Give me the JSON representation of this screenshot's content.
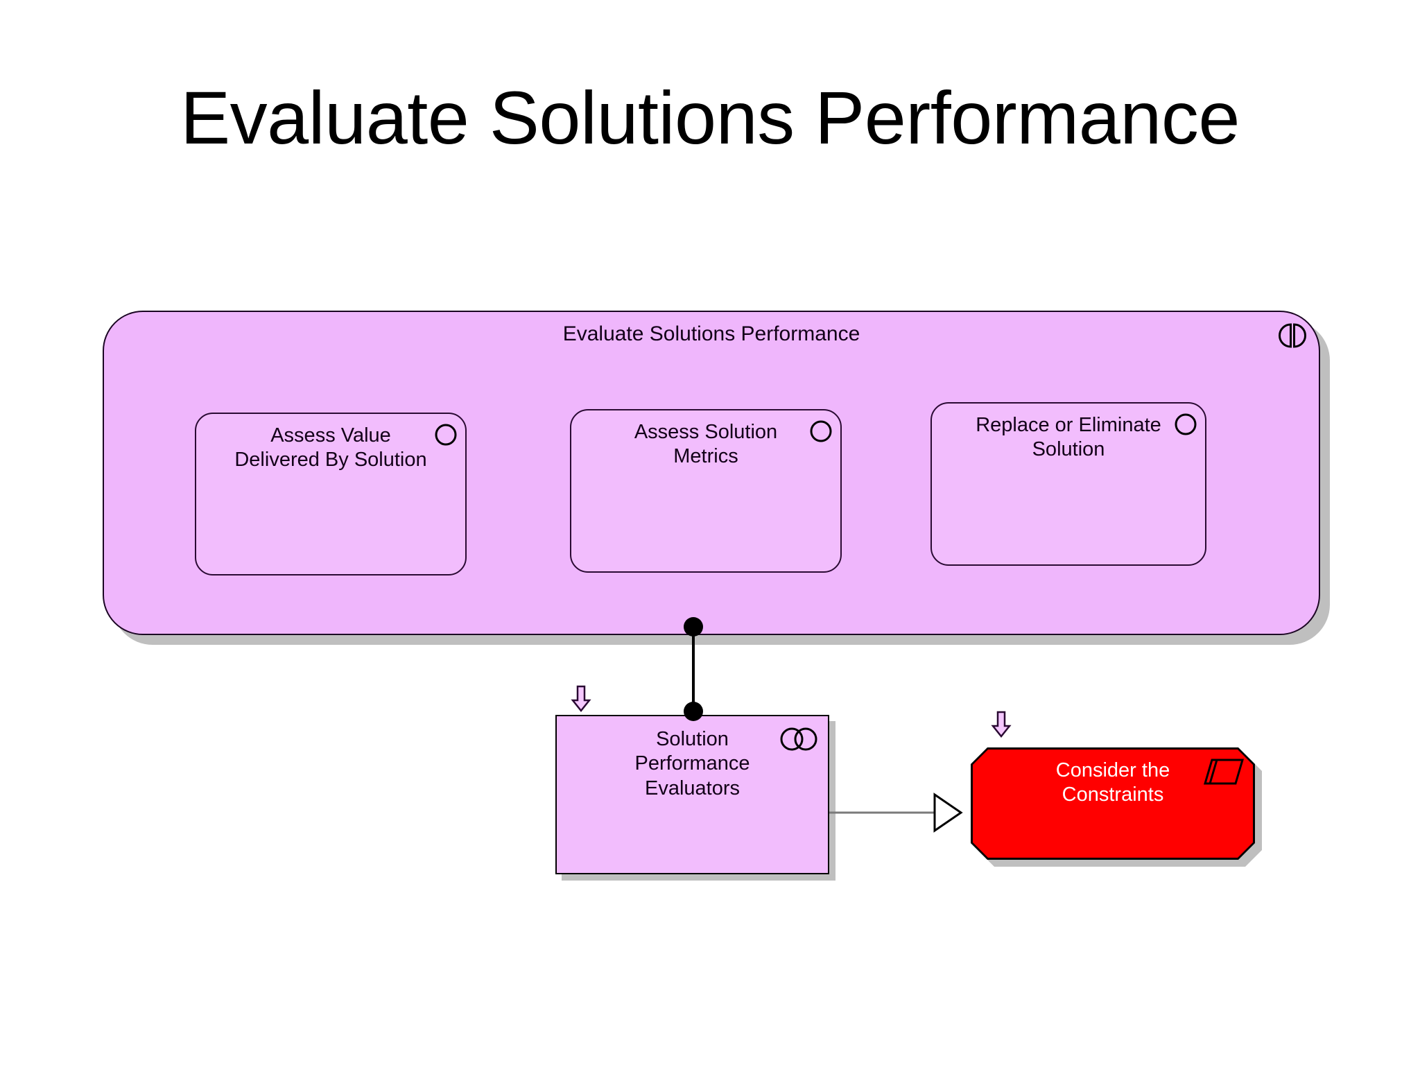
{
  "slide": {
    "title": "Evaluate Solutions Performance",
    "background": "#ffffff"
  },
  "colors": {
    "grouping_fill": "#efb6fc",
    "process_fill": "#f2bdfd",
    "constraint_fill": "#ff0000",
    "constraint_text": "#ffffff",
    "outline": "#000000",
    "shadow": "#bfbfbf"
  },
  "diagram": {
    "grouping": {
      "label": "Evaluate Solutions Performance",
      "icon": "collaboration-icon",
      "processes": [
        {
          "label": "Assess Value\nDelivered By Solution",
          "line1": "Assess Value",
          "line2": "Delivered By Solution",
          "icon": "process-circle-icon"
        },
        {
          "label": "Assess Solution\nMetrics",
          "line1": "Assess Solution",
          "line2": "Metrics",
          "icon": "process-circle-icon"
        },
        {
          "label": "Replace or Eliminate\nSolution",
          "line1": "Replace or Eliminate",
          "line2": "Solution",
          "icon": "process-circle-icon"
        }
      ]
    },
    "actor": {
      "label": "Solution\nPerformance\nEvaluators",
      "line1": "Solution",
      "line2": "Performance",
      "line3": "Evaluators",
      "icon": "stakeholder-double-circle-icon",
      "marker_icon": "down-arrow-marker"
    },
    "constraint": {
      "label": "Consider the\nConstraints",
      "line1": "Consider the",
      "line2": "Constraints",
      "icon": "business-object-parallelogram-icon",
      "marker_icon": "down-arrow-marker"
    },
    "connectors": [
      {
        "name": "composition-grouping-to-actor",
        "type": "composition",
        "from": "grouping",
        "to": "actor",
        "endpoints": "filled-circle-both"
      },
      {
        "name": "realization-actor-to-constraint",
        "type": "realization",
        "from": "actor",
        "to": "constraint",
        "endpoints": "hollow-triangle-arrowhead"
      }
    ]
  }
}
